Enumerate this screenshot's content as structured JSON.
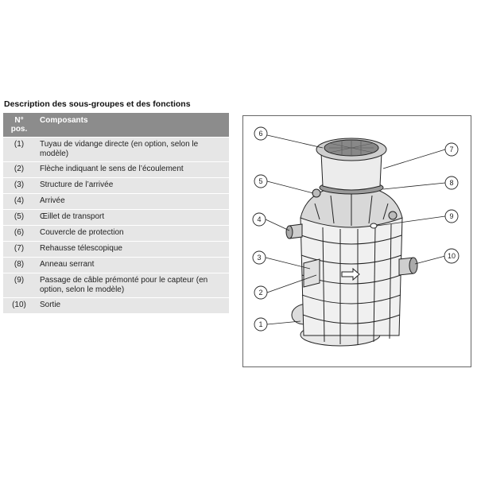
{
  "section": {
    "title": "Description des sous-groupes et des fonctions"
  },
  "table": {
    "header_num_line1": "N°",
    "header_num_line2": "pos.",
    "header_comp": "Composants",
    "rows": [
      {
        "num": "(1)",
        "text": "Tuyau de vidange directe (en option, selon le modèle)"
      },
      {
        "num": "(2)",
        "text": "Flèche indiquant le sens de l’écoulement"
      },
      {
        "num": "(3)",
        "text": "Structure de l’arrivée"
      },
      {
        "num": "(4)",
        "text": "Arrivée"
      },
      {
        "num": "(5)",
        "text": "Œillet de transport"
      },
      {
        "num": "(6)",
        "text": "Couvercle de protection"
      },
      {
        "num": "(7)",
        "text": "Rehausse télescopique"
      },
      {
        "num": "(8)",
        "text": "Anneau serrant"
      },
      {
        "num": "(9)",
        "text": "Passage de câble prémonté pour le capteur (en option, selon le modèle)"
      },
      {
        "num": "(10)",
        "text": "Sortie"
      }
    ]
  },
  "diagram": {
    "callouts": [
      "6",
      "7",
      "5",
      "8",
      "4",
      "9",
      "3",
      "10",
      "2",
      "1"
    ]
  }
}
